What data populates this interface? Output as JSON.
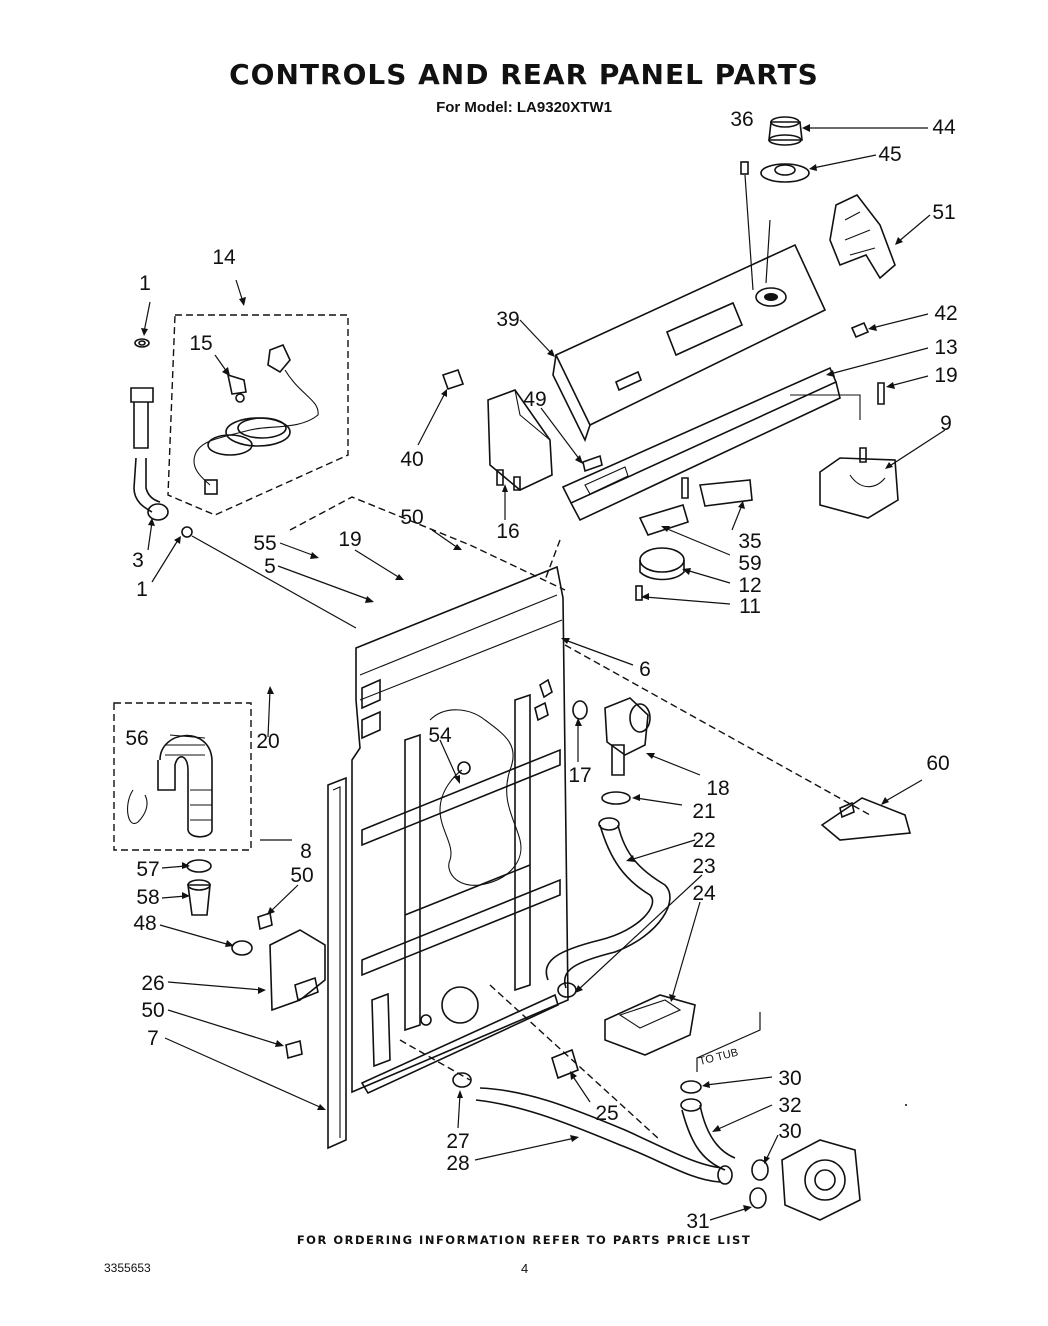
{
  "title": "CONTROLS AND REAR PANEL PARTS",
  "subtitle": "For Model: LA9320XTW1",
  "footer": "FOR ORDERING INFORMATION REFER TO PARTS PRICE LIST",
  "doc_number": "3355653",
  "page_number": "4",
  "annotation_to_tub": "TO TUB",
  "callouts": [
    "1",
    "14",
    "15",
    "3",
    "1",
    "55",
    "5",
    "19",
    "50",
    "39",
    "49",
    "40",
    "16",
    "36",
    "44",
    "45",
    "51",
    "42",
    "13",
    "19",
    "9",
    "35",
    "59",
    "12",
    "11",
    "6",
    "20",
    "56",
    "8",
    "57",
    "58",
    "48",
    "50",
    "26",
    "50",
    "7",
    "54",
    "17",
    "18",
    "60",
    "21",
    "22",
    "23",
    "24",
    "30",
    "32",
    "30",
    "31",
    "25",
    "27",
    "28"
  ]
}
